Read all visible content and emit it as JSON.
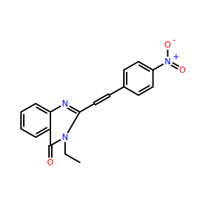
{
  "colors": {
    "bond": "#000000",
    "carbon": "#000000",
    "nitrogen": "#0000FF",
    "oxygen": "#FF0000",
    "background": "#FFFFFF"
  },
  "atoms": [
    {
      "id": "N_nitro",
      "label": "N",
      "charge": "+",
      "element": "nitrogen"
    },
    {
      "id": "O_nitro_top",
      "label": "O",
      "charge": "-",
      "element": "oxygen"
    },
    {
      "id": "O_nitro_right",
      "label": "O",
      "charge": "",
      "element": "oxygen"
    },
    {
      "id": "N_ring_1",
      "label": "N",
      "charge": "",
      "element": "nitrogen"
    },
    {
      "id": "N_ring_3",
      "label": "N",
      "charge": "",
      "element": "nitrogen"
    },
    {
      "id": "O_carbonyl",
      "label": "O",
      "charge": "",
      "element": "oxygen"
    }
  ]
}
